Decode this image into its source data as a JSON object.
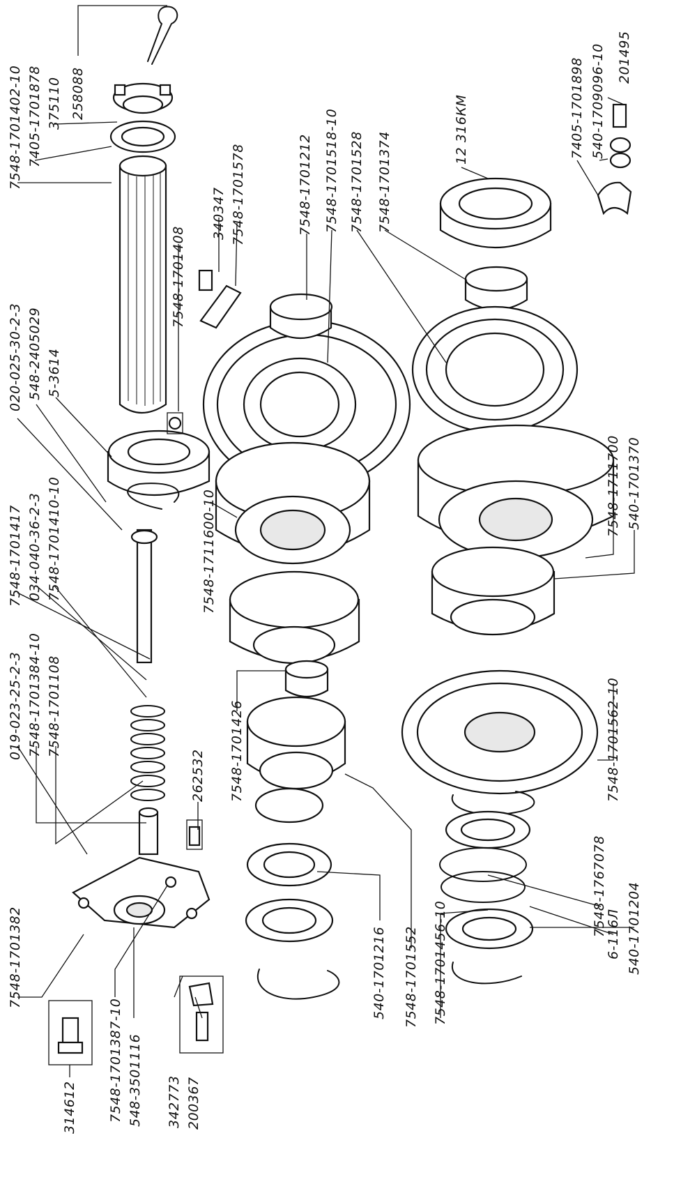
{
  "part_numbers": {
    "p01": "7548-1701402-10",
    "p02": "7405-1701878",
    "p03": "375110",
    "p04": "258088",
    "p05": "020-025-30-2-3",
    "p06": "548-2405029",
    "p07": "5-3614",
    "p08": "7548-1701408",
    "p09": "340347",
    "p10": "7548-1701578",
    "p11": "7548-1701212",
    "p12": "7548-1701518-10",
    "p13": "7548-1701528",
    "p14": "7548-1701374",
    "p15": "12 316КМ",
    "p16": "7405-1701898",
    "p17": "540-1709096-10",
    "p18": "201495",
    "p19": "7548-1701417",
    "p20": "034-040-36-2-3",
    "p21": "7548-1701410-10",
    "p22": "7548-1711600-10",
    "p23": "7548-1711700",
    "p24": "540-1701370",
    "p25": "019-023-25-2-3",
    "p26": "7548-1701384-10",
    "p27": "7548-1701108",
    "p28": "262532",
    "p29": "7548-1701426",
    "p30": "7548-1701562-10",
    "p31": "7548-1701382",
    "p32": "540-1701216",
    "p33": "7548-1701552",
    "p34": "7548-1701456-10",
    "p35": "7548-1767078",
    "p36": "6-116Л",
    "p37": "540-1701204",
    "p38": "314612",
    "p39": "7548-1701387-10",
    "p40": "548-3501116",
    "p41": "342773",
    "p42": "200367"
  }
}
